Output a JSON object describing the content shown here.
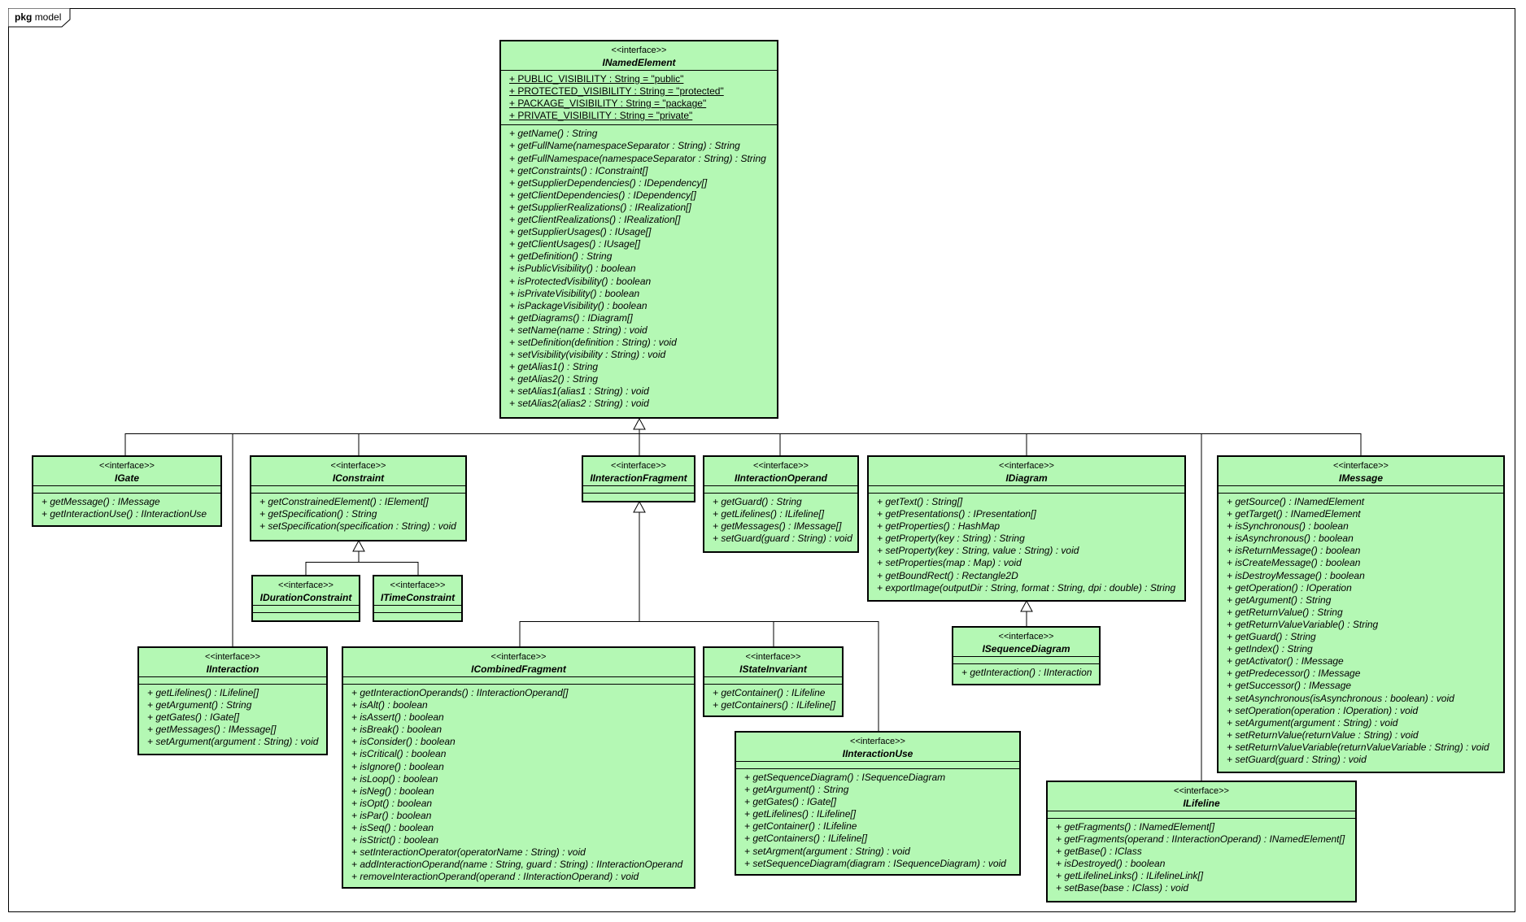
{
  "frame": {
    "keyword": "pkg",
    "name": "model"
  },
  "colors": {
    "class_fill": "#b4f8b4",
    "line": "#000000"
  },
  "classes": [
    {
      "stereotype": "<<interface>>",
      "name": "INamedElement",
      "attributes": [
        "+ PUBLIC_VISIBILITY : String = \"public\"",
        "+ PROTECTED_VISIBILITY : String = \"protected\"",
        "+ PACKAGE_VISIBILITY : String = \"package\"",
        "+ PRIVATE_VISIBILITY : String = \"private\""
      ],
      "operations": [
        "+ getName() : String",
        "+ getFullName(namespaceSeparator : String) : String",
        "+ getFullNamespace(namespaceSeparator : String) : String",
        "+ getConstraints() : IConstraint[]",
        "+ getSupplierDependencies() : IDependency[]",
        "+ getClientDependencies() : IDependency[]",
        "+ getSupplierRealizations() : IRealization[]",
        "+ getClientRealizations() : IRealization[]",
        "+ getSupplierUsages() : IUsage[]",
        "+ getClientUsages() : IUsage[]",
        "+ getDefinition() : String",
        "+ isPublicVisibility() : boolean",
        "+ isProtectedVisibility() : boolean",
        "+ isPrivateVisibility() : boolean",
        "+ isPackageVisibility() : boolean",
        "+ getDiagrams() : IDiagram[]",
        "+ setName(name : String) : void",
        "+ setDefinition(definition : String) : void",
        "+ setVisibility(visibility : String) : void",
        "+ getAlias1() : String",
        "+ getAlias2() : String",
        "+ setAlias1(alias1 : String) : void",
        "+ setAlias2(alias2 : String) : void"
      ]
    },
    {
      "stereotype": "<<interface>>",
      "name": "IGate",
      "attributes": [],
      "operations": [
        "+ getMessage() : IMessage",
        "+ getInteractionUse() : IInteractionUse"
      ]
    },
    {
      "stereotype": "<<interface>>",
      "name": "IConstraint",
      "attributes": [],
      "operations": [
        "+ getConstrainedElement() : IElement[]",
        "+ getSpecification() : String",
        "+ setSpecification(specification : String) : void"
      ]
    },
    {
      "stereotype": "<<interface>>",
      "name": "IDurationConstraint",
      "attributes": [],
      "operations": []
    },
    {
      "stereotype": "<<interface>>",
      "name": "ITimeConstraint",
      "attributes": [],
      "operations": []
    },
    {
      "stereotype": "<<interface>>",
      "name": "IInteractionFragment",
      "attributes": [],
      "operations": []
    },
    {
      "stereotype": "<<interface>>",
      "name": "IInteractionOperand",
      "attributes": [],
      "operations": [
        "+ getGuard() : String",
        "+ getLifelines() : ILifeline[]",
        "+ getMessages() : IMessage[]",
        "+ setGuard(guard : String) : void"
      ]
    },
    {
      "stereotype": "<<interface>>",
      "name": "IDiagram",
      "attributes": [],
      "operations": [
        "+ getText() : String[]",
        "+ getPresentations() : IPresentation[]",
        "+ getProperties() : HashMap",
        "+ getProperty(key : String) : String",
        "+ setProperty(key : String, value : String) : void",
        "+ setProperties(map : Map) : void",
        "+ getBoundRect() : Rectangle2D",
        "+ exportImage(outputDir : String, format : String, dpi : double) : String"
      ]
    },
    {
      "stereotype": "<<interface>>",
      "name": "ISequenceDiagram",
      "attributes": [],
      "operations": [
        "+ getInteraction() : IInteraction"
      ]
    },
    {
      "stereotype": "<<interface>>",
      "name": "IMessage",
      "attributes": [],
      "operations": [
        "+ getSource() : INamedElement",
        "+ getTarget() : INamedElement",
        "+ isSynchronous() : boolean",
        "+ isAsynchronous() : boolean",
        "+ isReturnMessage() : boolean",
        "+ isCreateMessage() : boolean",
        "+ isDestroyMessage() : boolean",
        "+ getOperation() : IOperation",
        "+ getArgument() : String",
        "+ getReturnValue() : String",
        "+ getReturnValueVariable() : String",
        "+ getGuard() : String",
        "+ getIndex() : String",
        "+ getActivator() : IMessage",
        "+ getPredecessor() : IMessage",
        "+ getSuccessor() : IMessage",
        "+ setAsynchronous(isAsynchronous : boolean) : void",
        "+ setOperation(operation : IOperation) : void",
        "+ setArgument(argument : String) : void",
        "+ setReturnValue(returnValue : String) : void",
        "+ setReturnValueVariable(returnValueVariable : String) : void",
        "+ setGuard(guard : String) : void"
      ]
    },
    {
      "stereotype": "<<interface>>",
      "name": "IInteraction",
      "attributes": [],
      "operations": [
        "+ getLifelines() : ILifeline[]",
        "+ getArgument() : String",
        "+ getGates() : IGate[]",
        "+ getMessages() : IMessage[]",
        "+ setArgument(argument : String) : void"
      ]
    },
    {
      "stereotype": "<<interface>>",
      "name": "ICombinedFragment",
      "attributes": [],
      "operations": [
        "+ getInteractionOperands() : IInteractionOperand[]",
        "+ isAlt() : boolean",
        "+ isAssert() : boolean",
        "+ isBreak() : boolean",
        "+ isConsider() : boolean",
        "+ isCritical() : boolean",
        "+ isIgnore() : boolean",
        "+ isLoop() : boolean",
        "+ isNeg() : boolean",
        "+ isOpt() : boolean",
        "+ isPar() : boolean",
        "+ isSeq() : boolean",
        "+ isStrict() : boolean",
        "+ setInteractionOperator(operatorName : String) : void",
        "+ addInteractionOperand(name : String, guard : String) : IInteractionOperand",
        "+ removeInteractionOperand(operand : IInteractionOperand) : void"
      ]
    },
    {
      "stereotype": "<<interface>>",
      "name": "IStateInvariant",
      "attributes": [],
      "operations": [
        "+ getContainer() : ILifeline",
        "+ getContainers() : ILifeline[]"
      ]
    },
    {
      "stereotype": "<<interface>>",
      "name": "IInteractionUse",
      "attributes": [],
      "operations": [
        "+ getSequenceDiagram() : ISequenceDiagram",
        "+ getArgument() : String",
        "+ getGates() : IGate[]",
        "+ getLifelines() : ILifeline[]",
        "+ getContainer() : ILifeline",
        "+ getContainers() : ILifeline[]",
        "+ setArgment(argument : String) : void",
        "+ setSequenceDiagram(diagram : ISequenceDiagram) : void"
      ]
    },
    {
      "stereotype": "<<interface>>",
      "name": "ILifeline",
      "attributes": [],
      "operations": [
        "+ getFragments() : INamedElement[]",
        "+ getFragments(operand : IInteractionOperand) : INamedElement[]",
        "+ getBase() : IClass",
        "+ isDestroyed() : boolean",
        "+ getLifelineLinks() : ILifelineLink[]",
        "+ setBase(base : IClass) : void"
      ]
    }
  ]
}
